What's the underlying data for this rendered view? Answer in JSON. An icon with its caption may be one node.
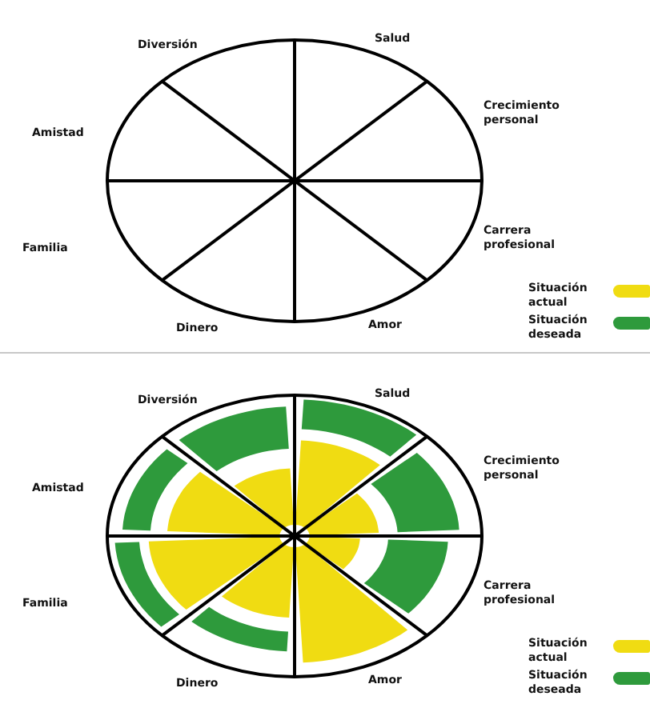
{
  "diagram": {
    "labels": [
      "Diversión",
      "Salud",
      "Amistad",
      "Crecimiento personal",
      "Carrera profesional",
      "Familia",
      "Dinero",
      "Amor",
      "Diversión",
      "Salud",
      "Amistad",
      "Crecimiento personal",
      "Carrera profesional",
      "Familia",
      "Dinero",
      "Amor"
    ],
    "legend": [
      {
        "text": "Situación actual",
        "color": "#f0dc12"
      },
      {
        "text": "Situación deseada",
        "color": "#2e9a3c"
      },
      {
        "text": "Situación actual",
        "color": "#f0dc12"
      },
      {
        "text": "Situación deseada",
        "color": "#2e9a3c"
      }
    ]
  }
}
